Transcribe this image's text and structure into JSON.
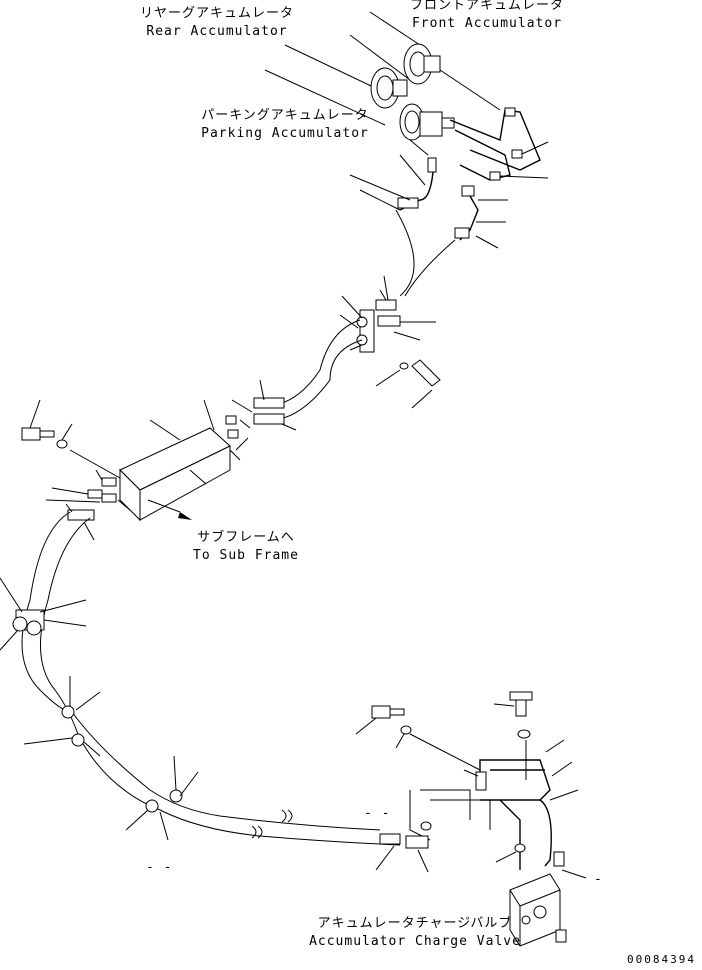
{
  "labels": {
    "rear_accumulator_jp": "リヤーグアキュムレータ",
    "rear_accumulator_en": "Rear Accumulator",
    "front_accumulator_jp": "フロントアキュムレータ",
    "front_accumulator_en": "Front Accumulator",
    "parking_accumulator_jp": "パーキングアキュムレータ",
    "parking_accumulator_en": "Parking Accumulator",
    "sub_frame_jp": "サブフレームへ",
    "sub_frame_en": "To Sub Frame",
    "charge_valve_jp": "アキュムレータチャージバルブ",
    "charge_valve_en": "Accumulator Charge Valve",
    "dash_a": "- -",
    "dash_b": "- -",
    "dash_c": "-"
  },
  "doc_number": "00084394"
}
